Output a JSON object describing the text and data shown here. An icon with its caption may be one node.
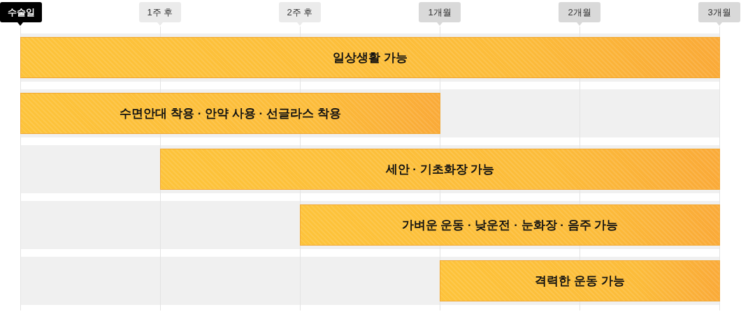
{
  "diagram": {
    "nodes": [
      {
        "text": [
          "수술일"
        ]
      },
      {
        "text": [
          "1주 후"
        ]
      },
      {
        "text": [
          "2주 후"
        ]
      },
      {
        "text": [
          "1개월"
        ]
      },
      {
        "text": [
          "2개월"
        ]
      },
      {
        "text": [
          "3개월"
        ]
      },
      {
        "text": [
          "일상생활 가능"
        ]
      },
      {
        "text": [
          "수면안대 착용 · 안약 사용 · 선글라스 착용"
        ]
      },
      {
        "text": [
          "세안 · 기초화장 가능"
        ]
      },
      {
        "text": [
          "가벼운 운동 · 낮운전 · 눈화장 · 음주 가능"
        ]
      },
      {
        "text": [
          "격력한 운동 가능"
        ]
      }
    ],
    "edges": []
  }
}
